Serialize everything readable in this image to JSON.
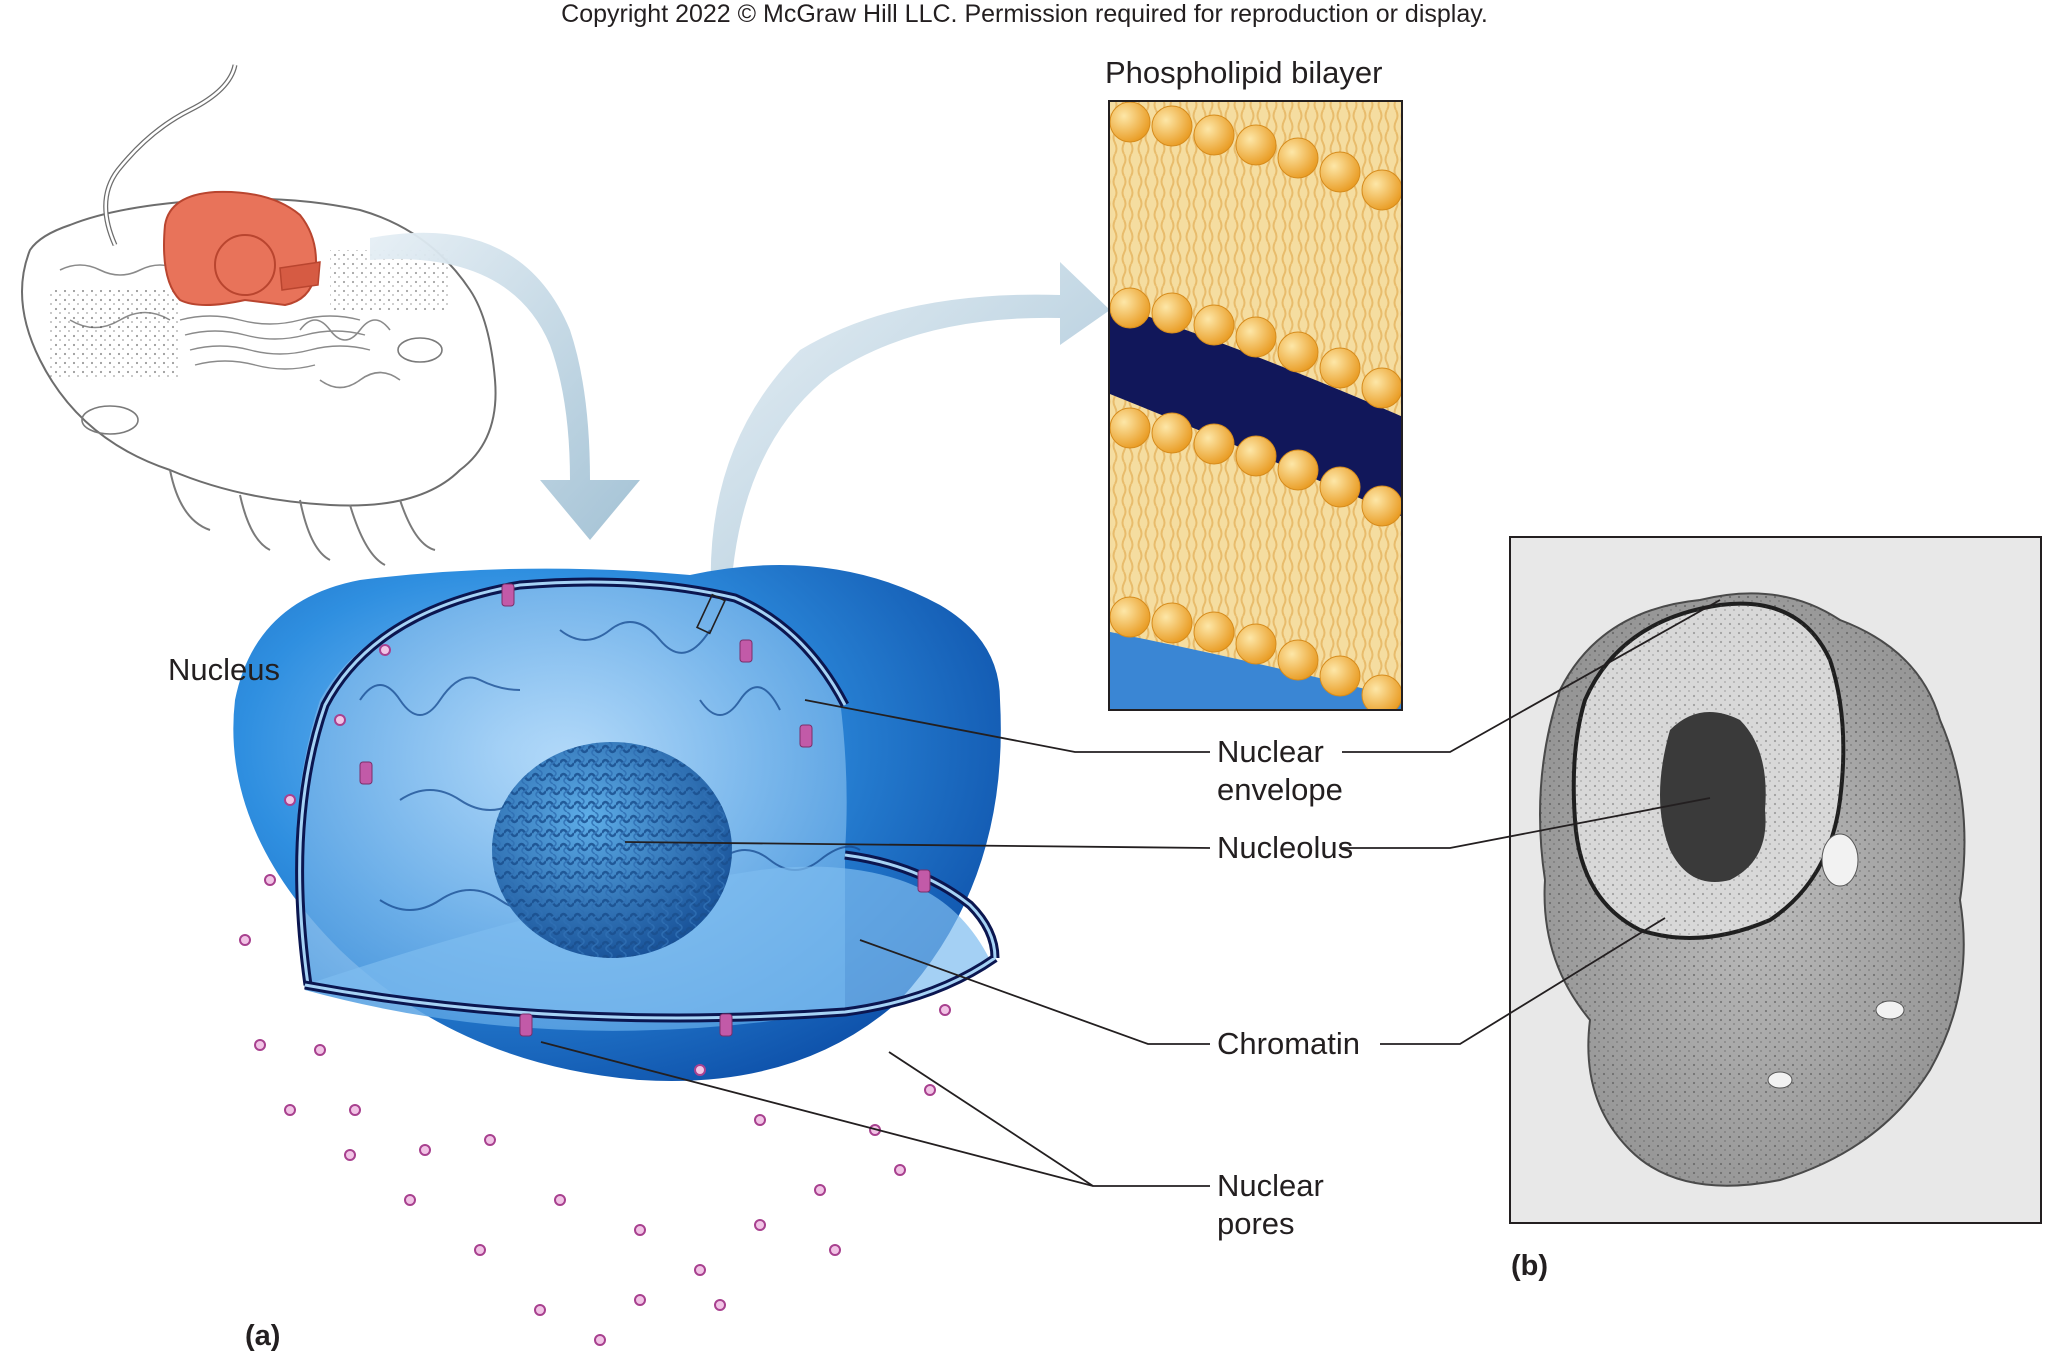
{
  "copyright": "Copyright 2022 © McGraw Hill LLC. Permission required for reproduction or display.",
  "bilayer_title": "Phospholipid bilayer",
  "labels": {
    "nucleus": "Nucleus",
    "nuclear_envelope_1": "Nuclear",
    "nuclear_envelope_2": "envelope",
    "nucleolus": "Nucleolus",
    "chromatin": "Chromatin",
    "nuclear_pores_1": "Nuclear",
    "nuclear_pores_2": "pores"
  },
  "panels": {
    "a": "(a)",
    "b": "(b)"
  },
  "colors": {
    "highlight_nucleus": "#e8735a",
    "nucleus_blue": "#2f8fe0",
    "nucleus_dark": "#0d4fa8",
    "envelope_dark": "#0b1650",
    "pore_pink": "#c25aa8",
    "lipid_head": "#f4b43c",
    "lipid_tail": "#f6d590",
    "arrow": "#a8c6d8"
  }
}
